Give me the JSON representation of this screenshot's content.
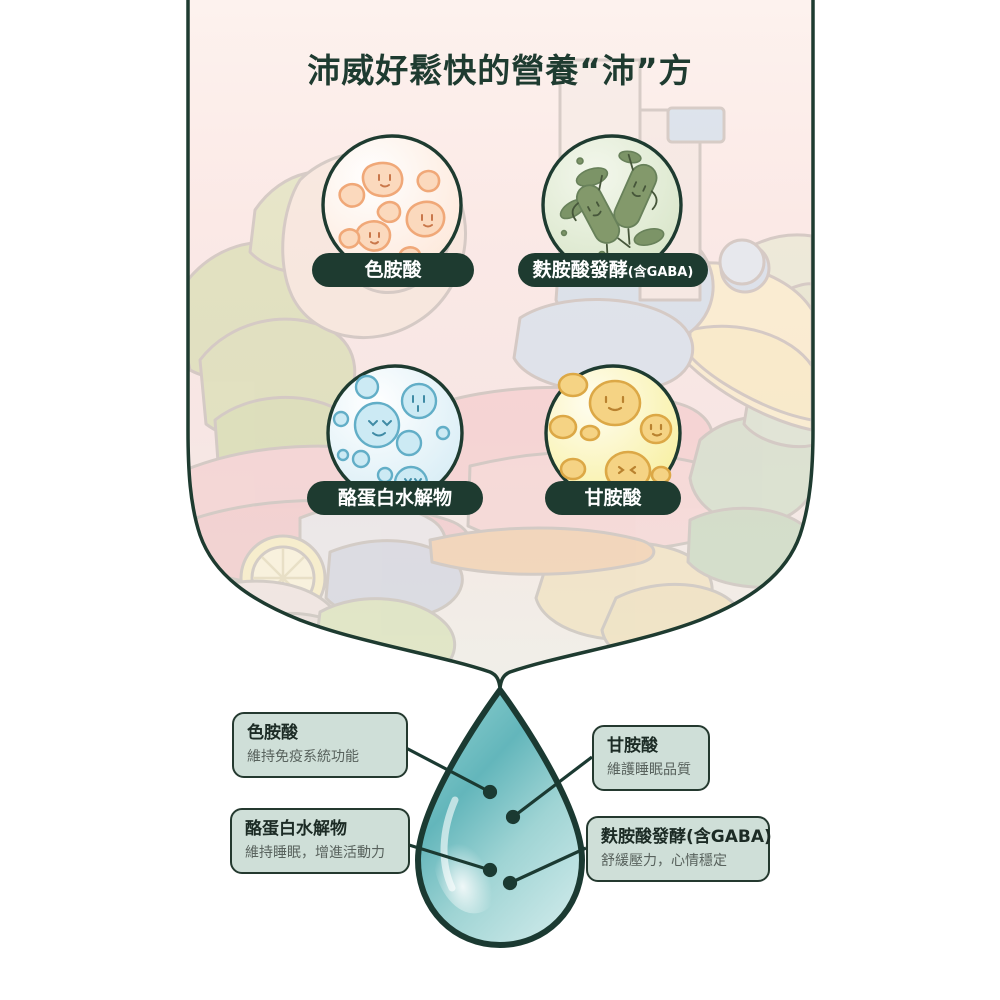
{
  "header": {
    "title": "沛威好鬆快的營養“沛”方"
  },
  "theme": {
    "dark_green": "#1e3b30",
    "card_fill": "#cfdfd8",
    "card_border": "#24392f",
    "orange": "#f4b183",
    "green": "#7d9168",
    "blue": "#7fc3d8",
    "yellow": "#e8b94a",
    "drop_teal": "#6cb9bd",
    "panel_bg": "#fbeeea"
  },
  "ingredient_bubbles": [
    {
      "id": "tryptophan",
      "label": "色胺酸",
      "sub_label": "",
      "icon": "orange-blobs-icon",
      "accent": "#f4b183"
    },
    {
      "id": "glutamic-gaba",
      "label": "麩胺酸發酵",
      "sub_label": "(含GABA)",
      "icon": "green-bacteria-icon",
      "accent": "#7d9168"
    },
    {
      "id": "casein-hydrolysate",
      "label": "酪蛋白水解物",
      "sub_label": "",
      "icon": "blue-bubbles-icon",
      "accent": "#7fc3d8"
    },
    {
      "id": "glycine",
      "label": "甘胺酸",
      "sub_label": "",
      "icon": "yellow-blobs-icon",
      "accent": "#e8b94a"
    }
  ],
  "benefit_cards": [
    {
      "id": "tryptophan",
      "title": "色胺酸",
      "desc": "維持免疫系統功能",
      "side": "left"
    },
    {
      "id": "casein-hydrolysate",
      "title": "酪蛋白水解物",
      "desc": "維持睡眠，增進活動力",
      "side": "left"
    },
    {
      "id": "glycine",
      "title": "甘胺酸",
      "desc": "維護睡眠品質",
      "side": "right"
    },
    {
      "id": "glutamic-gaba",
      "title": "麩胺酸發酵(含GABA)",
      "desc": "舒緩壓力，心情穩定",
      "side": "right"
    }
  ],
  "droplet": {
    "name": "water-droplet",
    "connector_count": 4
  }
}
